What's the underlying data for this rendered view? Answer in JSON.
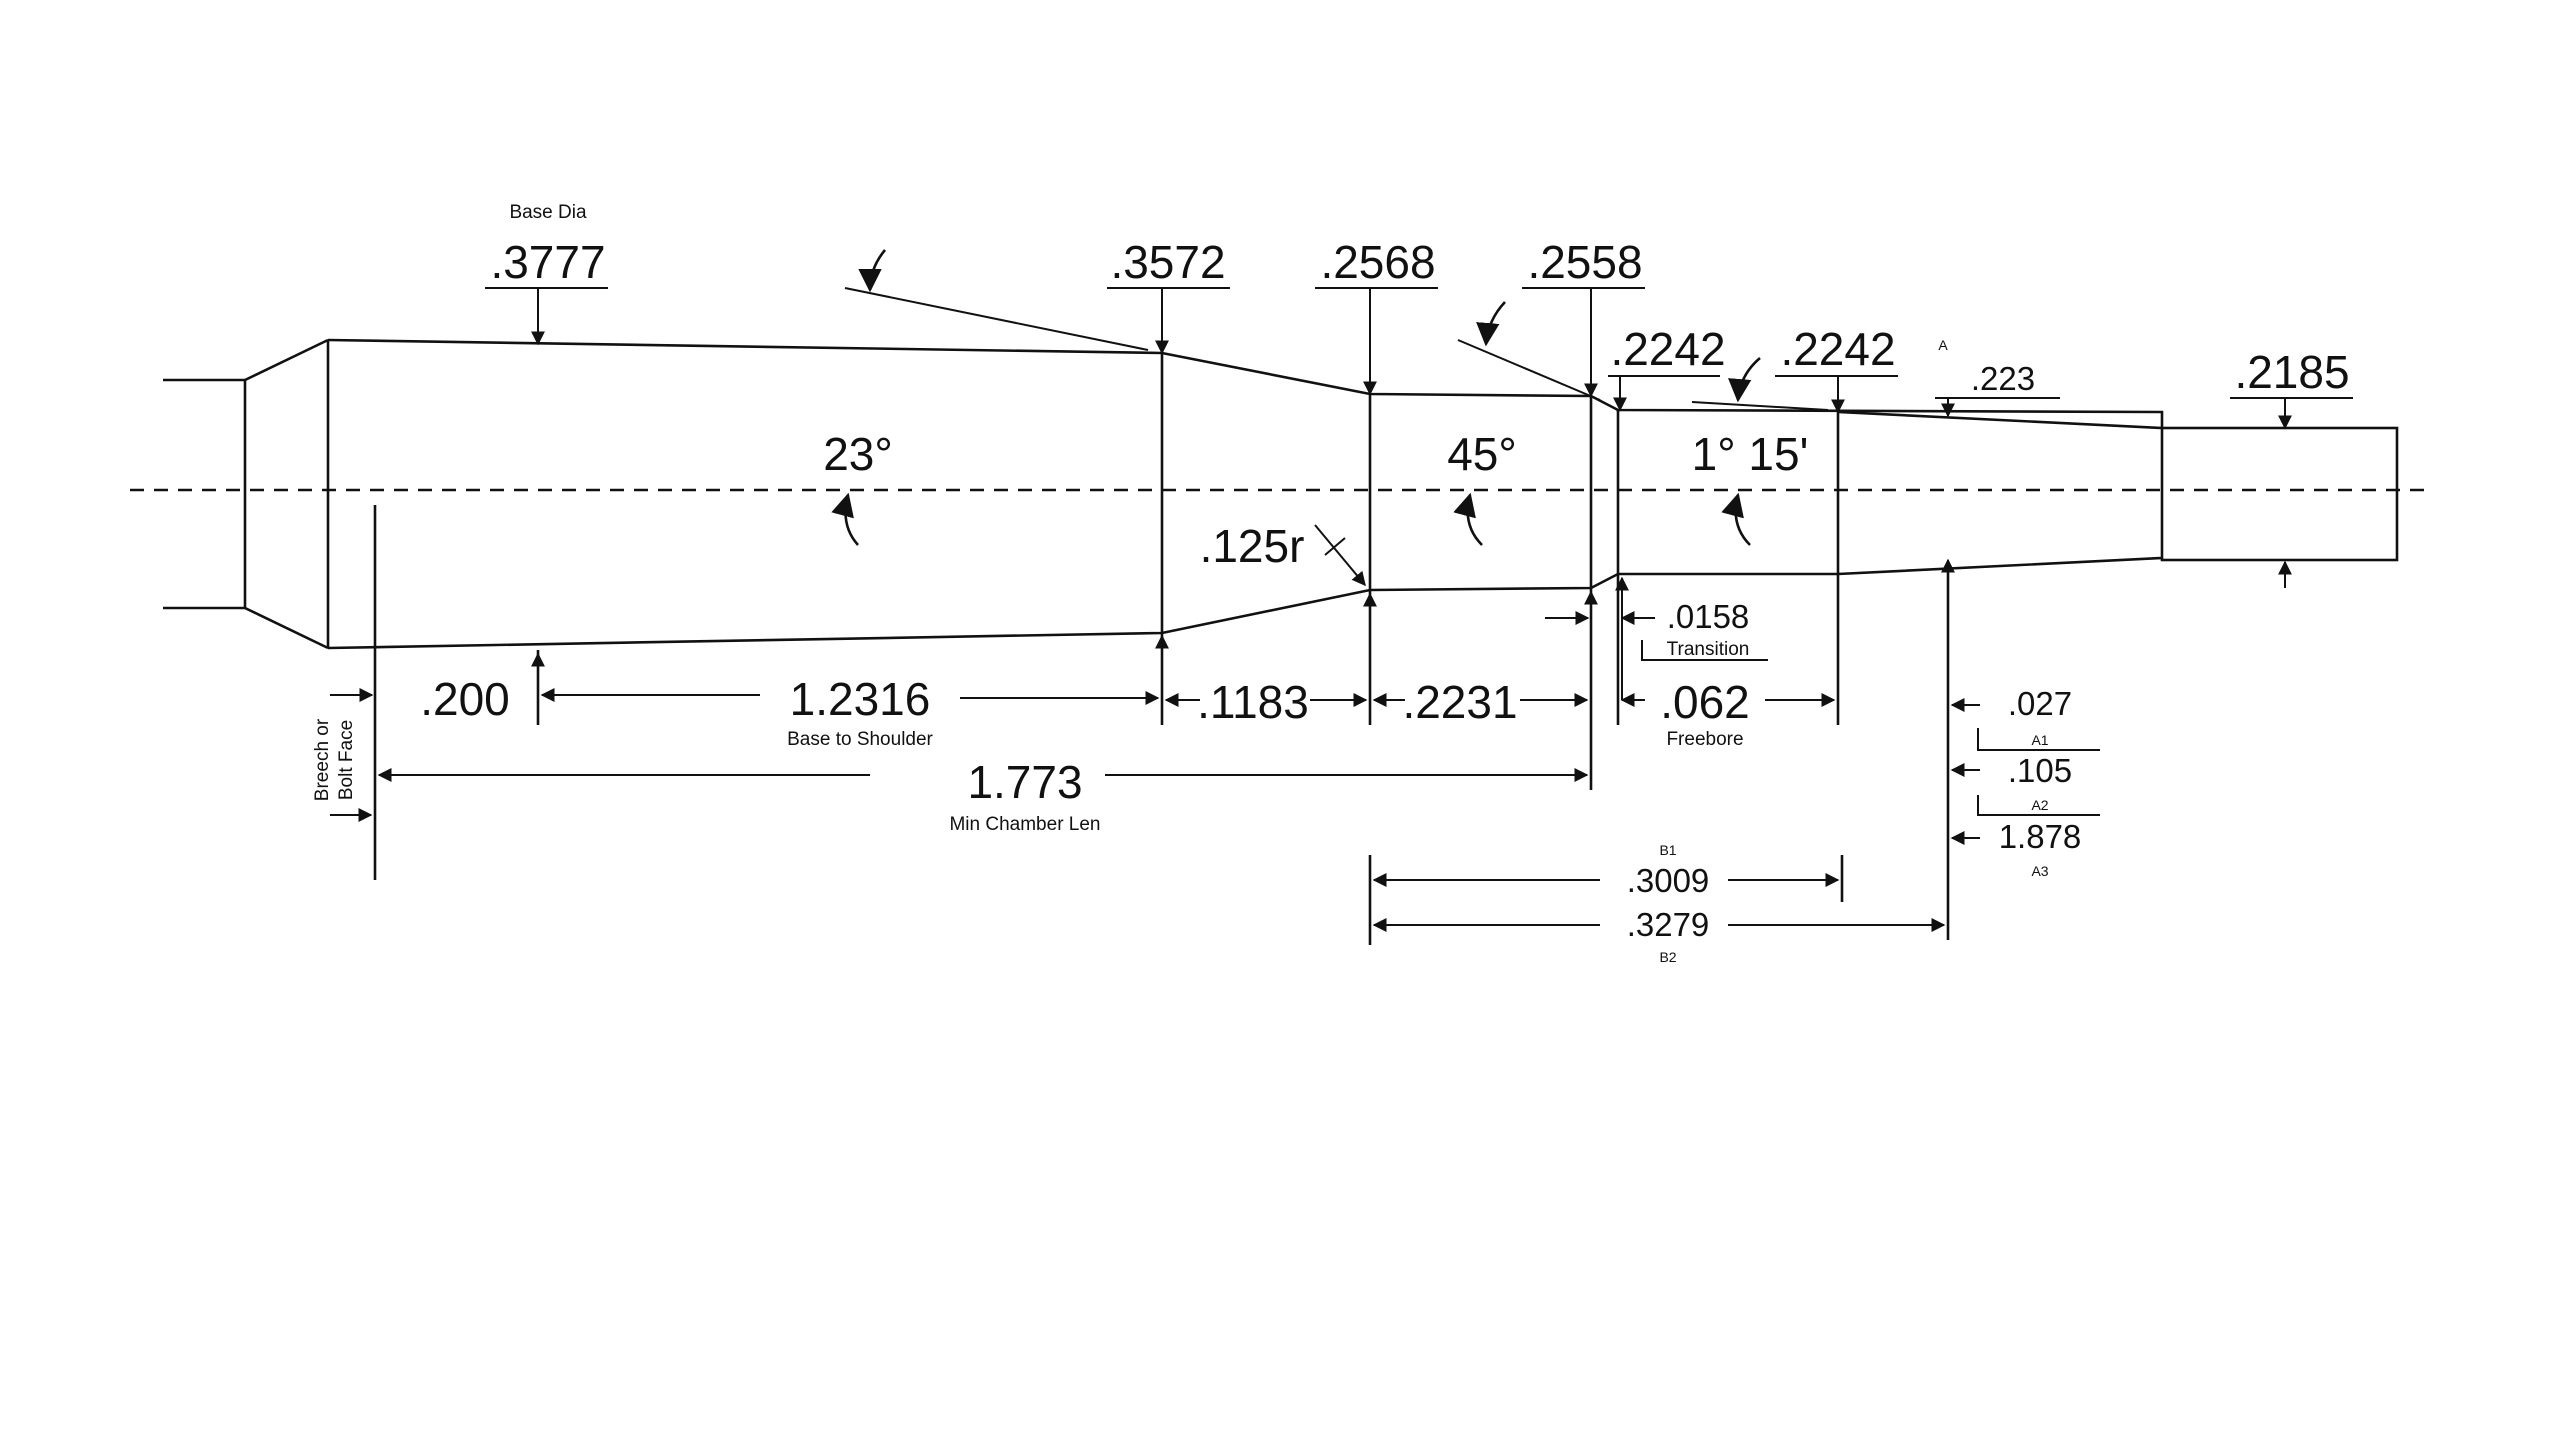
{
  "labels": {
    "base_dia_title": "Base Dia",
    "base_dia": ".3777",
    "d_shoulder": ".3572",
    "d_neck_start": ".2568",
    "d_neck_end": ".2558",
    "d_throat1": ".2242",
    "d_throat2": ".2242",
    "a_label": "A",
    "d_223": ".223",
    "d_bore": ".2185",
    "angle_23": "23°",
    "angle_45": "45°",
    "angle_leade": "1° 15'",
    "radius": ".125r",
    "transition_val": ".0158",
    "transition_label": "Transition",
    "dim_200": ".200",
    "dim_base_shoulder": "1.2316",
    "base_shoulder_label": "Base to Shoulder",
    "dim_1183": ".1183",
    "dim_2231": ".2231",
    "dim_freebore": ".062",
    "freebore_label": "Freebore",
    "dim_027": ".027",
    "a1": "A1",
    "dim_105": ".105",
    "a2": "A2",
    "dim_1878": "1.878",
    "a3": "A3",
    "dim_chamber": "1.773",
    "chamber_label": "Min Chamber Len",
    "breech_1": "Breech or",
    "breech_2": "Bolt Face",
    "b1": "B1",
    "dim_3009": ".3009",
    "dim_3279": ".3279",
    "b2": "B2"
  }
}
